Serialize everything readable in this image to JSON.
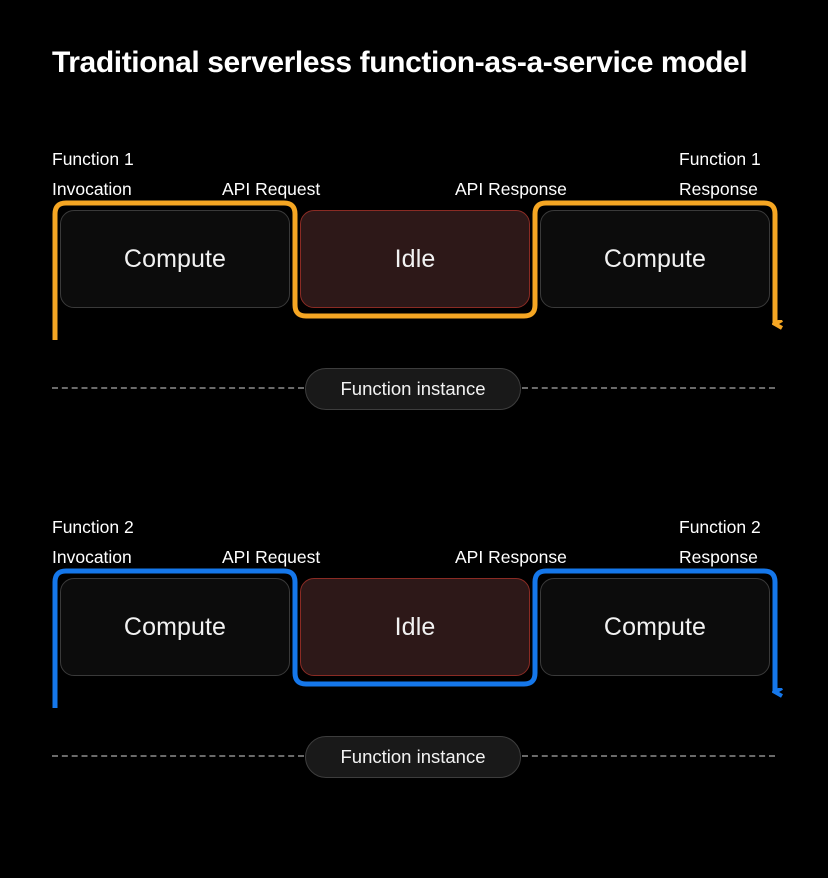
{
  "title": "Traditional serverless function-as-a-service model",
  "theme": {
    "background": "#000000",
    "text": "#ffffff",
    "compute_fill": "#0c0c0c",
    "compute_border": "#3a3a3a",
    "idle_fill": "#2d1818",
    "idle_border": "#8a2b24",
    "trace_row1": "#f5a623",
    "trace_row2": "#1577ea",
    "dash_color": "#6a6a6a",
    "pill_fill": "#191919",
    "pill_border": "#3d3d3d"
  },
  "sections": [
    {
      "id": "function-1",
      "accent": "#f5a623",
      "labels": {
        "invocation_line1": "Function 1",
        "invocation_line2": "Invocation",
        "api_request": "API Request",
        "api_response": "API Response",
        "response_line1": "Function 1",
        "response_line2": "Response"
      },
      "nodes": [
        {
          "label": "Compute",
          "state": "compute"
        },
        {
          "label": "Idle",
          "state": "idle"
        },
        {
          "label": "Compute",
          "state": "compute"
        }
      ],
      "instance_label": "Function instance"
    },
    {
      "id": "function-2",
      "accent": "#1577ea",
      "labels": {
        "invocation_line1": "Function 2",
        "invocation_line2": "Invocation",
        "api_request": "API Request",
        "api_response": "API Response",
        "response_line1": "Function 2",
        "response_line2": "Response"
      },
      "nodes": [
        {
          "label": "Compute",
          "state": "compute"
        },
        {
          "label": "Idle",
          "state": "idle"
        },
        {
          "label": "Compute",
          "state": "compute"
        }
      ],
      "instance_label": "Function instance"
    }
  ]
}
